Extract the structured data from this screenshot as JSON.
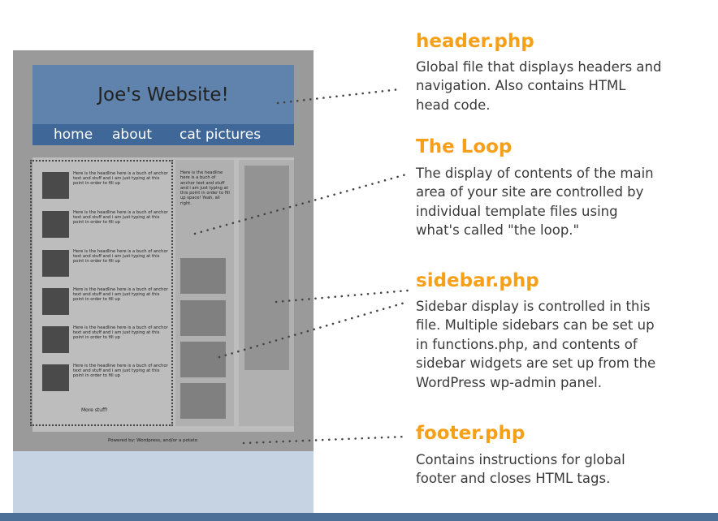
{
  "mockup": {
    "site_title": "Joe's Website!",
    "nav": [
      "home",
      "about",
      "cat pictures"
    ],
    "post_text": "Here is the headline here is a buch of anchor text and stuff and i am just typing at this point in order to fill up",
    "more_stuff": "More stuff!",
    "col2_text": "Here is the headline here is a buch of anchor text and stuff and i am just typing at this point in order to fill up space! Yeah, all right.",
    "footer": "Powered by: Wordpress, and/or a potato"
  },
  "sections": {
    "header": {
      "title": "header.php",
      "lines": [
        "Global file that displays headers and",
        "navigation. Also contains HTML",
        "head code."
      ]
    },
    "loop": {
      "title": "The Loop",
      "lines": [
        "The display of contents of the main",
        "area of your site are controlled by",
        "individual template files using",
        "what's called \"the loop.\""
      ]
    },
    "sidebar": {
      "title": "sidebar.php",
      "lines": [
        "Sidebar display is controlled in this",
        "file. Multiple sidebars can be set up",
        "in functions.php, and contents of",
        "sidebar widgets are set up from the",
        "WordPress wp-admin panel."
      ]
    },
    "footer": {
      "title": "footer.php",
      "lines": [
        "Contains instructions for global",
        "footer and closes HTML tags."
      ]
    }
  },
  "colors": {
    "title_orange": "#f6a01a",
    "header_blue": "#5f83ac",
    "nav_blue": "#3f6797",
    "page_bg_blue": "#c5d3e2"
  }
}
